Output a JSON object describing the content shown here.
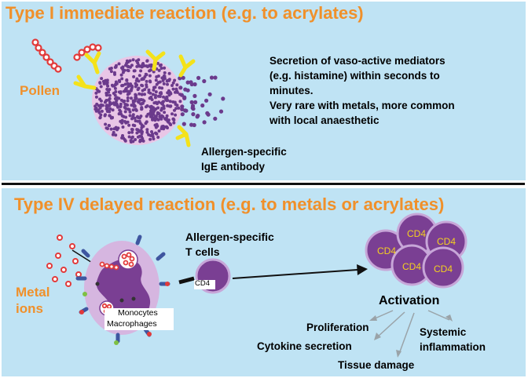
{
  "type1": {
    "title": "Type I immediate reaction (e.g. to acrylates)",
    "pollen_label": "Pollen",
    "description_lines": [
      "Secretion of vaso-active mediators",
      "(e.g. histamine) within seconds to",
      "minutes.",
      "Very rare with metals, more common",
      "with local anaesthetic"
    ],
    "antibody_label_lines": [
      "Allergen-specific",
      "IgE antibody"
    ]
  },
  "type4": {
    "title": "Type IV delayed reaction (e.g. to metals or acrylates)",
    "metal_label_lines": [
      "Metal",
      "ions"
    ],
    "cell_label_lines": [
      "Monocytes",
      "Macrophages"
    ],
    "tcell_label_lines": [
      "Allergen-specific",
      "T cells"
    ],
    "tcell_marker": "CD4",
    "cluster_markers": [
      "CD4",
      "CD4",
      "CD4",
      "CD4",
      "CD4"
    ],
    "activation_label": "Activation",
    "outcomes": {
      "proliferation": "Proliferation",
      "cytokine": "Cytokine secretion",
      "tissue": "Tissue damage",
      "systemic_lines": [
        "Systemic",
        "inflammation"
      ]
    }
  },
  "colors": {
    "title_orange": "#f0902a",
    "panel_blue": "#bfe3f4",
    "mast_purple": "#6b3a8c",
    "antibody_yellow": "#f4e21a",
    "pollen_red": "#e23a3a",
    "cell_lavender": "#d6b6e0",
    "tcell_purple": "#7a3f93",
    "cd4_yellow": "#f4d020"
  }
}
